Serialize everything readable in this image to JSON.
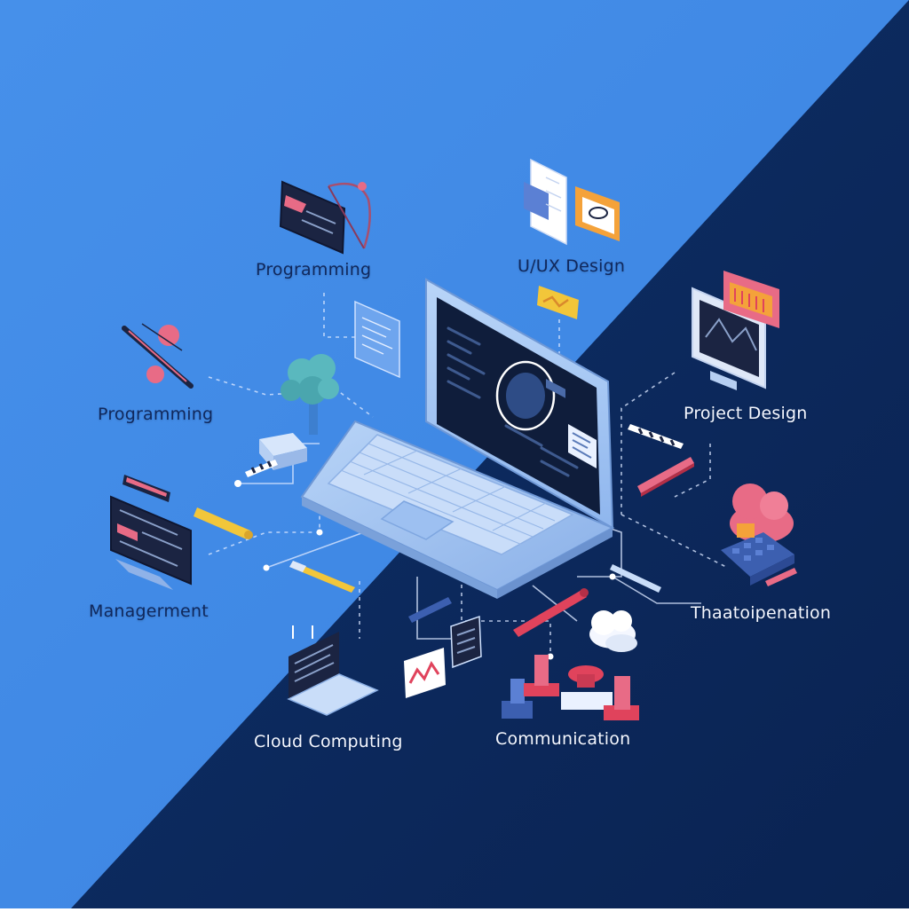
{
  "labels": {
    "programming_top": "Programming",
    "programming_left": "Programming",
    "ui_ux_design": "U/UX Design",
    "project_design": "Project Design",
    "management": "Managerment",
    "thaatoipenation": "Thaatoipenation",
    "cloud_computing": "Cloud Computing",
    "communication": "Communication"
  },
  "colors": {
    "background_light": "#3f8ae6",
    "background_dark": "#0d2a5e",
    "laptop_body": "#a8c8f4",
    "screen": "#0f1d3b",
    "accent_pink": "#e86b86",
    "accent_orange": "#f4a23a",
    "accent_yellow": "#f2c63a",
    "accent_teal": "#4fb0b8",
    "connector": "#d9e6ff"
  }
}
